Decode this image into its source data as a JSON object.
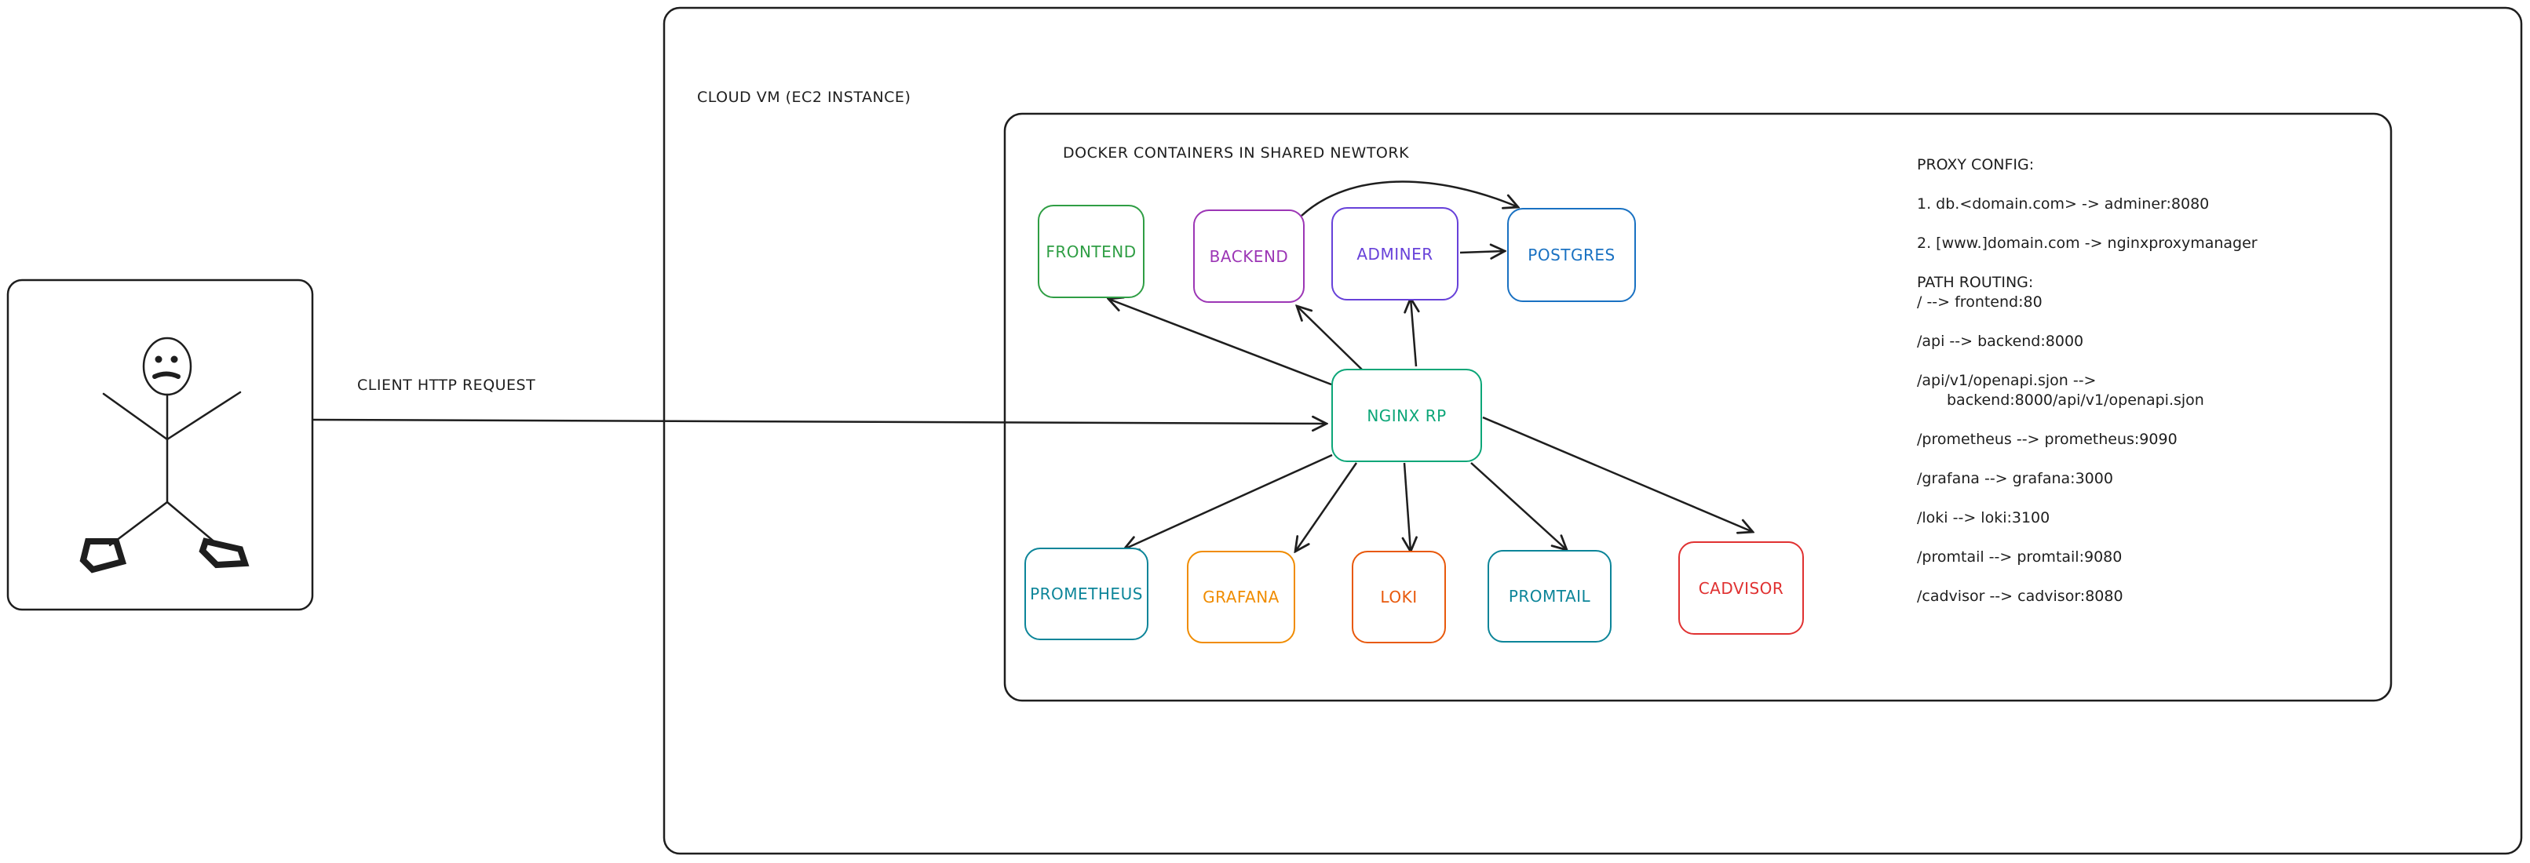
{
  "labels": {
    "client_request": "CLIENT HTTP REQUEST",
    "cloud_vm": "CLOUD VM (EC2 INSTANCE)",
    "docker_network": "DOCKER CONTAINERS IN SHARED NEWTORK"
  },
  "nodes": {
    "frontend": {
      "label": "FRONTEND",
      "color": "#2f9e44"
    },
    "backend": {
      "label": "BACKEND",
      "color": "#9c36b5"
    },
    "adminer": {
      "label": "ADMINER",
      "color": "#6741d9"
    },
    "postgres": {
      "label": "POSTGRES",
      "color": "#1971c2"
    },
    "nginx": {
      "label": "NGINX RP",
      "color": "#0ca678"
    },
    "prometheus": {
      "label": "PROMETHEUS",
      "color": "#0c8599"
    },
    "grafana": {
      "label": "GRAFANA",
      "color": "#f08c00"
    },
    "loki": {
      "label": "LOKI",
      "color": "#e8590c"
    },
    "promtail": {
      "label": "PROMTAIL",
      "color": "#0c8599"
    },
    "cadvisor": {
      "label": "CADVISOR",
      "color": "#e03131"
    }
  },
  "config": {
    "proxy_title": "PROXY CONFIG:",
    "proxy_1": "1. db.<domain.com> -> adminer:8080",
    "proxy_2": "2. [www.]domain.com -> nginxproxymanager",
    "routing_title": "PATH ROUTING:",
    "route_root": "/ --> frontend:80",
    "route_api": "/api --> backend:8000",
    "route_openapi_1": "/api/v1/openapi.sjon -->",
    "route_openapi_2": "backend:8000/api/v1/openapi.sjon",
    "route_prometheus": "/prometheus --> prometheus:9090",
    "route_grafana": "/grafana --> grafana:3000",
    "route_loki": "/loki --> loki:3100",
    "route_promtail": "/promtail --> promtail:9080",
    "route_cadvisor": "/cadvisor --> cadvisor:8080"
  }
}
